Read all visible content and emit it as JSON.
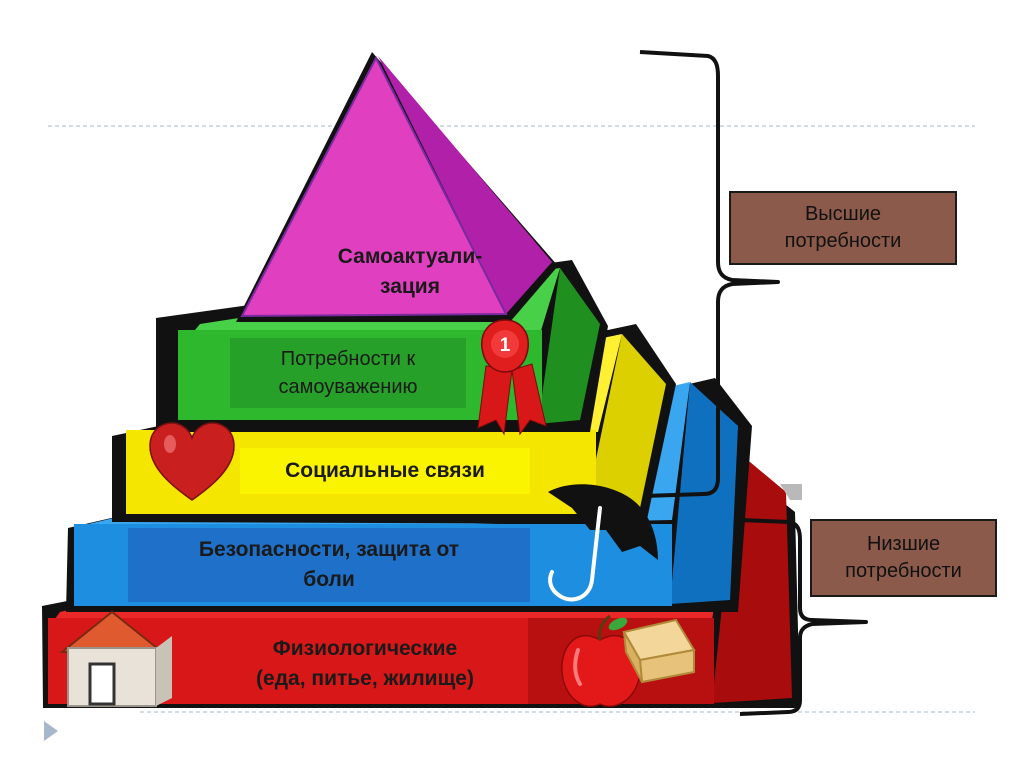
{
  "levels": {
    "self_actualization": {
      "line1": "Самоактуали-",
      "line2": "зация"
    },
    "esteem": {
      "line1": "Потребности к",
      "line2": "самоуважению"
    },
    "social": {
      "label": "Социальные связи"
    },
    "safety": {
      "line1": "Безопасности, защита от",
      "line2": "боли"
    },
    "physiological": {
      "line1": "Физиологические",
      "line2": "(еда, питье, жилище)"
    }
  },
  "groups": {
    "higher": {
      "line1": "Высшие",
      "line2": "потребности"
    },
    "lower": {
      "line1": "Низшие",
      "line2": "потребности"
    }
  },
  "badge_number": "1",
  "colors": {
    "magenta": "#e040c0",
    "green": "#2eb82e",
    "yellow": "#f5e600",
    "blue": "#1e8fe0",
    "red": "#d81818",
    "group_box": "#8b5a4b"
  },
  "icons": [
    "house-icon",
    "apple-icon",
    "cheese-icon",
    "heart-icon",
    "umbrella-icon",
    "award-ribbon-icon"
  ]
}
